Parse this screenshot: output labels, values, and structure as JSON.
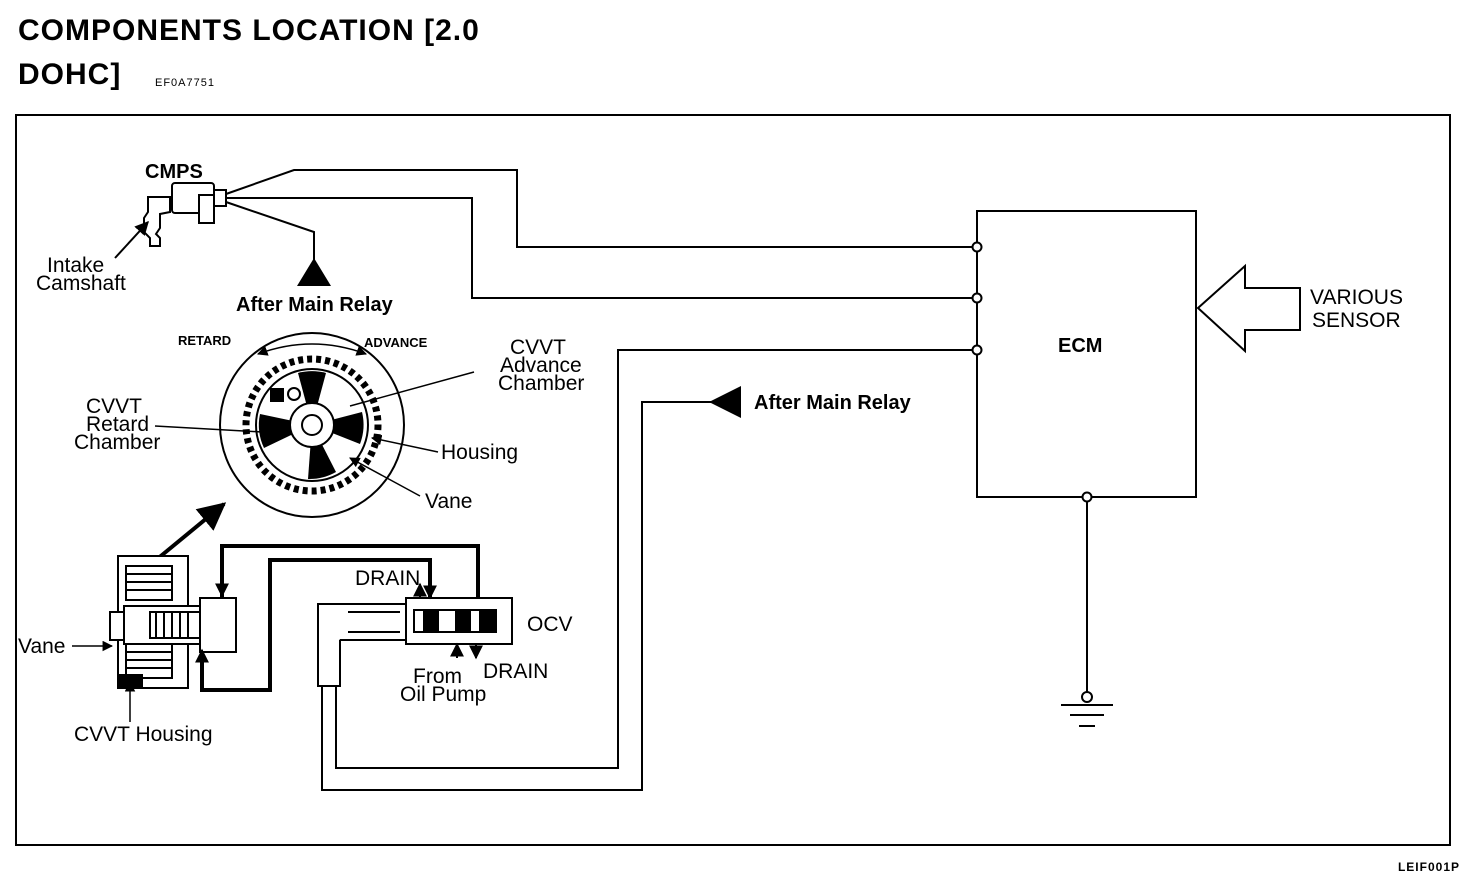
{
  "header": {
    "title_line1": "COMPONENTS LOCATION [2.0",
    "title_line2": "DOHC]",
    "doc_code": "EF0A7751"
  },
  "figure_code": "LEIF001P",
  "labels": {
    "cmps": "CMPS",
    "intake_line1": "Intake",
    "intake_line2": "Camshaft",
    "after_main_relay_top": "After Main Relay",
    "after_main_relay_mid": "After Main Relay",
    "retard": "RETARD",
    "advance": "ADVANCE",
    "cvvt_adv_line1": "CVVT",
    "cvvt_adv_line2": "Advance",
    "cvvt_adv_line3": "Chamber",
    "cvvt_ret_line1": "CVVT",
    "cvvt_ret_line2": "Retard",
    "cvvt_ret_line3": "Chamber",
    "housing": "Housing",
    "vane_gear": "Vane",
    "vane_left": "Vane",
    "cvvt_housing": "CVVT Housing",
    "drain_top": "DRAIN",
    "drain_bottom": "DRAIN",
    "from_line1": "From",
    "from_line2": "Oil Pump",
    "ocv": "OCV",
    "ecm": "ECM",
    "various_line1": "VARIOUS",
    "various_line2": "SENSOR"
  }
}
